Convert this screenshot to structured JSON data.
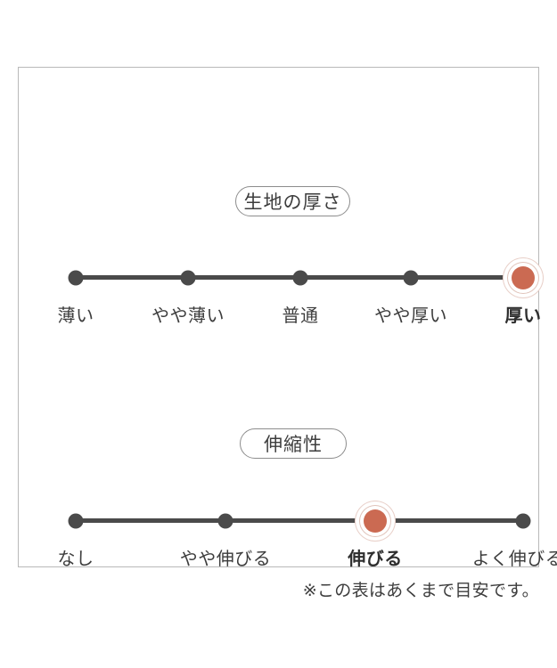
{
  "colors": {
    "accent": "#cb6a52",
    "dot": "#4a4a4a",
    "frame": "#b9b9b9",
    "pill_border": "#8d8d8d",
    "text": "#3d3d3d",
    "background": "#ffffff"
  },
  "charts": [
    {
      "badge_label": "生地の厚さ",
      "labels": [
        "薄い",
        "やや薄い",
        "普通",
        "やや厚い",
        "厚い"
      ],
      "active_index": 4
    },
    {
      "badge_label": "伸縮性",
      "labels": [
        "なし",
        "やや伸びる",
        "伸びる",
        "よく伸びる"
      ],
      "active_index": 2
    }
  ],
  "footnote": "※この表はあくまで目安です。",
  "chart_data": [
    {
      "type": "scatter",
      "title": "生地の厚さ",
      "xlabel": "",
      "ylabel": "",
      "categories": [
        "薄い",
        "やや薄い",
        "普通",
        "やや厚い",
        "厚い"
      ],
      "values": [
        0,
        0,
        0,
        0,
        1
      ],
      "selected": "厚い",
      "selected_index": 4,
      "scale_steps": 5,
      "grid": false,
      "legend": "none",
      "annotations": [
        "※この表はあくまで目安です。"
      ]
    },
    {
      "type": "scatter",
      "title": "伸縮性",
      "xlabel": "",
      "ylabel": "",
      "categories": [
        "なし",
        "やや伸びる",
        "伸びる",
        "よく伸びる"
      ],
      "values": [
        0,
        0,
        1,
        0
      ],
      "selected": "伸びる",
      "selected_index": 2,
      "scale_steps": 4,
      "grid": false,
      "legend": "none",
      "annotations": [
        "※この表はあくまで目安です。"
      ]
    }
  ]
}
